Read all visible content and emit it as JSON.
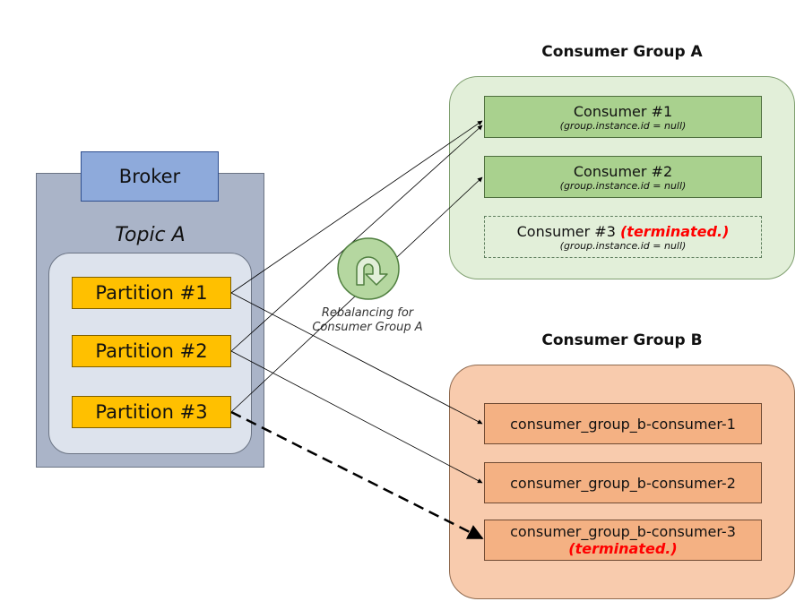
{
  "broker": {
    "label": "Broker"
  },
  "topic": {
    "label": "Topic A",
    "partitions": [
      "Partition #1",
      "Partition #2",
      "Partition #3"
    ]
  },
  "group_a": {
    "title": "Consumer Group A",
    "consumers": [
      {
        "name": "Consumer #1",
        "id": "(group.instance.id = null)"
      },
      {
        "name": "Consumer #2",
        "id": "(group.instance.id = null)"
      },
      {
        "name": "Consumer #3",
        "status": "(terminated.)",
        "id": "(group.instance.id = null)"
      }
    ]
  },
  "group_b": {
    "title": "Consumer Group B",
    "consumers": [
      {
        "name": "consumer_group_b-consumer-1"
      },
      {
        "name": "consumer_group_b-consumer-2"
      },
      {
        "name": "consumer_group_b-consumer-3",
        "status": "(terminated.)"
      }
    ]
  },
  "rebalance": {
    "icon": "rebalance-arrow-icon",
    "line1": "Rebalancing for",
    "line2": "Consumer Group A"
  },
  "colors": {
    "broker_bg": "#aab4c8",
    "broker_label_bg": "#8eaadb",
    "partition": "#ffc000",
    "group_a_bg": "#e2efd9",
    "consumer_a": "#a9d18e",
    "group_b_bg": "#f8cbad",
    "consumer_b": "#f4b183",
    "terminated": "#ff0000"
  }
}
